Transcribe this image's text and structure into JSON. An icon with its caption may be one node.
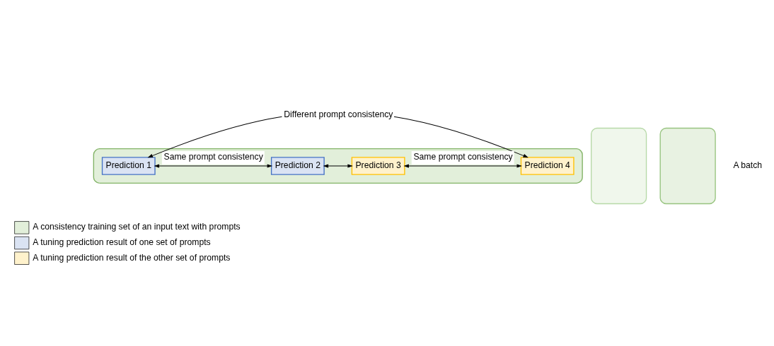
{
  "diagram": {
    "nodes": [
      {
        "text": [],
        "shape": "box"
      },
      {
        "text": [],
        "shape": "box"
      },
      {
        "text": [],
        "shape": "box"
      },
      {
        "text": [
          "Prediction 1"
        ],
        "in": 2
      },
      {
        "text": [
          "Prediction 2"
        ],
        "in": 2
      },
      {
        "text": [
          "Prediction 3"
        ],
        "in": 2
      },
      {
        "text": [
          "Prediction 4"
        ],
        "in": 2
      }
    ],
    "edges": [
      {
        "from": 3,
        "to": 4,
        "arrow": "both",
        "label": "Same prompt consistency"
      },
      {
        "from": 5,
        "to": 6,
        "arrow": "both",
        "label": "Same prompt consistency"
      },
      {
        "from": 4,
        "to": 5,
        "arrow": "both"
      },
      {
        "from": 3,
        "to": 6,
        "arrow": "both",
        "label": "Different prompt consistency"
      }
    ],
    "labels": [
      "A batch"
    ],
    "legend": [
      {
        "text": "A consistency training set of an input text with prompts",
        "color": "#e2efda"
      },
      {
        "text": "A tuning prediction result of one set of prompts",
        "color": "#dae3f3"
      },
      {
        "text": "A tuning prediction result of the other set of prompts",
        "color": "#fff2cc"
      }
    ]
  }
}
